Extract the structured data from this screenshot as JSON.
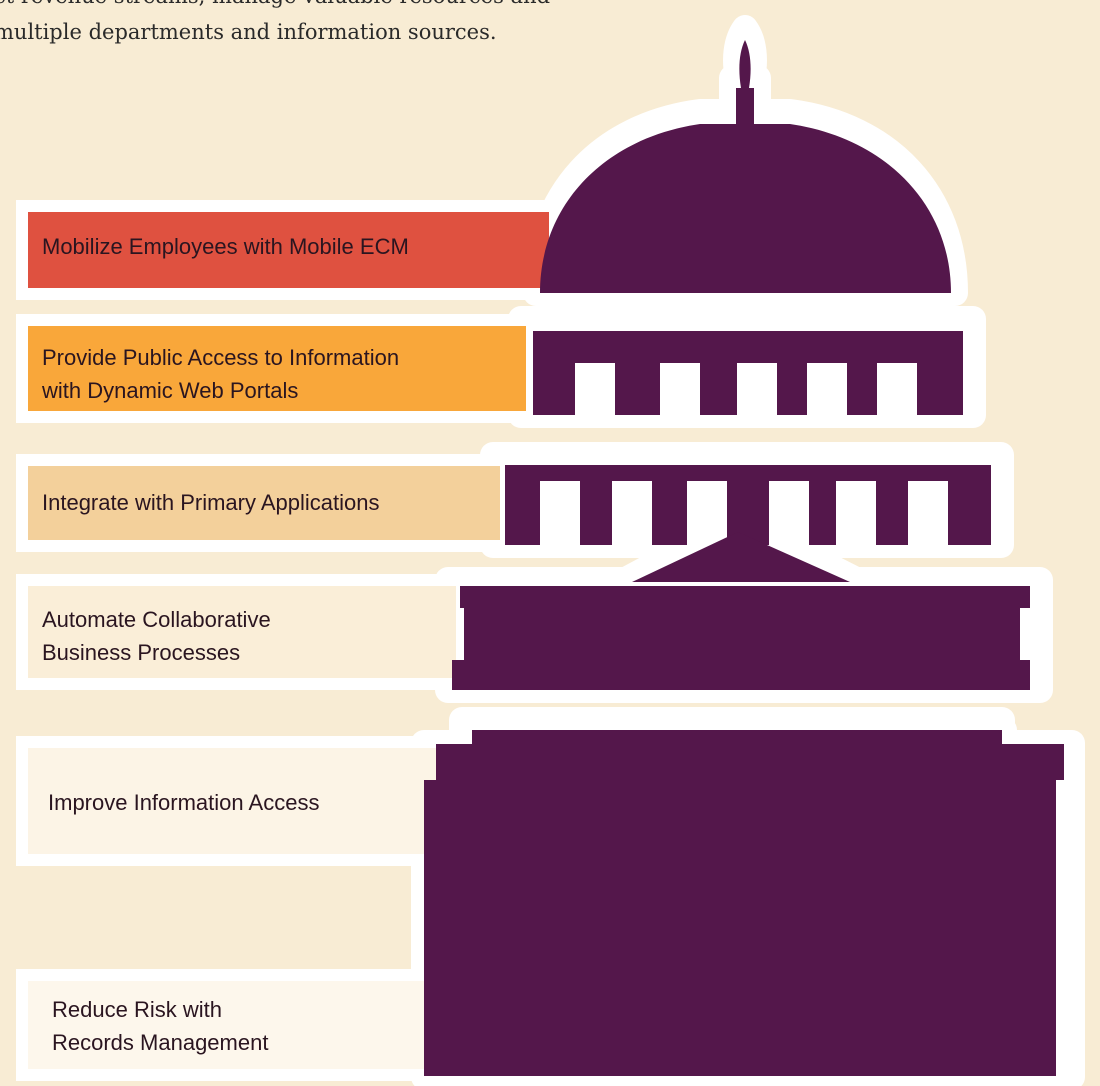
{
  "intro": {
    "line1": "ct revenue streams, manage valuable resources and",
    "line2": "multiple departments and information sources."
  },
  "tiers": [
    {
      "lines": [
        "Mobilize Employees with Mobile ECM"
      ],
      "color": "#df5140"
    },
    {
      "lines": [
        "Provide Public Access to Information",
        "with Dynamic Web Portals"
      ],
      "color": "#f9a73a"
    },
    {
      "lines": [
        "Integrate with Primary Applications"
      ],
      "color": "#f3d09b"
    },
    {
      "lines": [
        "Automate Collaborative",
        "Business Processes"
      ],
      "color": "#faeed8"
    },
    {
      "lines": [
        "Improve Information Access"
      ],
      "color": "#fcf4e6"
    },
    {
      "lines": [
        "Reduce Risk with",
        "Records Management"
      ],
      "color": "#fdf7ec"
    }
  ],
  "colors": {
    "background": "#f8ecd4",
    "building": "#54174b",
    "outline": "#ffffff"
  }
}
